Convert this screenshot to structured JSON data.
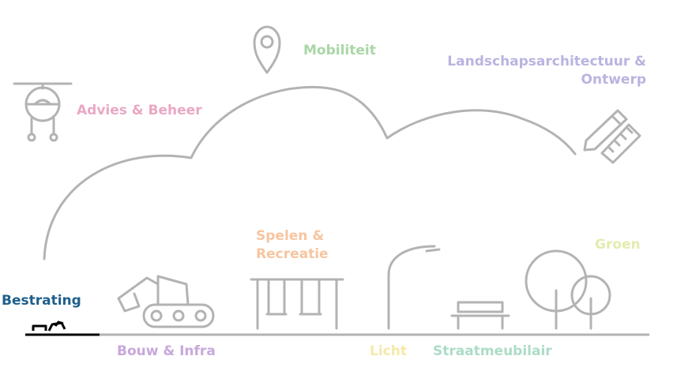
{
  "categories": {
    "advies": {
      "label": "Advies & Beheer",
      "color": "#e9a8c4",
      "icon": "drone-icon"
    },
    "mobiliteit": {
      "label": "Mobiliteit",
      "color": "#a9d7a6",
      "icon": "location-pin-icon"
    },
    "landschap": {
      "label_line1": "Landschapsarchitectuur &",
      "label_line2": "Ontwerp",
      "color": "#b9b4e0",
      "icon": "pencil-ruler-icon"
    },
    "spelen": {
      "label_line1": "Spelen &",
      "label_line2": "Recreatie",
      "color": "#f7c5a0",
      "icon": "swing-set-icon"
    },
    "groen": {
      "label": "Groen",
      "color": "#e4ecad",
      "icon": "trees-icon"
    },
    "bestrating": {
      "label": "Bestrating",
      "color": "#1f5f8b",
      "icon": "paving-stones-icon"
    },
    "bouw": {
      "label": "Bouw & Infra",
      "color": "#c7a8dc",
      "icon": "excavator-icon"
    },
    "licht": {
      "label": "Licht",
      "color": "#f3eaa7",
      "icon": "street-lamp-icon"
    },
    "straatmeubilair": {
      "label": "Straatmeubilair",
      "color": "#acdcc7",
      "icon": "bench-icon"
    }
  },
  "colors": {
    "line": "#b3b3b3",
    "active_icon": "#000000"
  }
}
